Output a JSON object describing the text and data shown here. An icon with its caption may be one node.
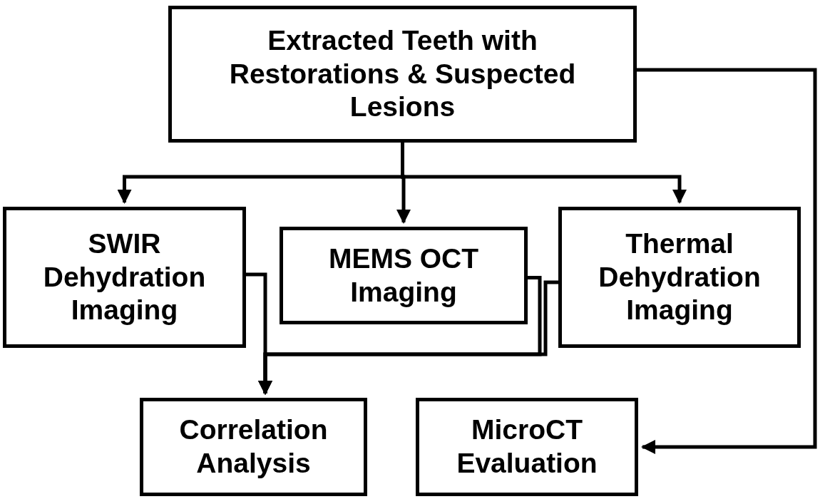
{
  "diagram": {
    "nodes": [
      {
        "text": [
          "Extracted Teeth with Restorations & Suspected Lesions"
        ]
      },
      {
        "text": [
          "SWIR Dehydration Imaging"
        ]
      },
      {
        "text": [
          "MEMS OCT Imaging"
        ]
      },
      {
        "text": [
          "Thermal Dehydration Imaging"
        ]
      },
      {
        "text": [
          "Correlation Analysis"
        ]
      },
      {
        "text": [
          "MicroCT Evaluation"
        ]
      }
    ],
    "edges": [
      {
        "from": 0,
        "to": 1,
        "arrow": "to"
      },
      {
        "from": 0,
        "to": 2,
        "arrow": "to"
      },
      {
        "from": 0,
        "to": 3,
        "arrow": "to"
      },
      {
        "from": 0,
        "to": 5,
        "arrow": "to"
      },
      {
        "from": 1,
        "to": 4,
        "arrow": "to"
      },
      {
        "from": 2,
        "to": 4,
        "arrow": "to"
      },
      {
        "from": 3,
        "to": 4,
        "arrow": "to"
      }
    ]
  }
}
